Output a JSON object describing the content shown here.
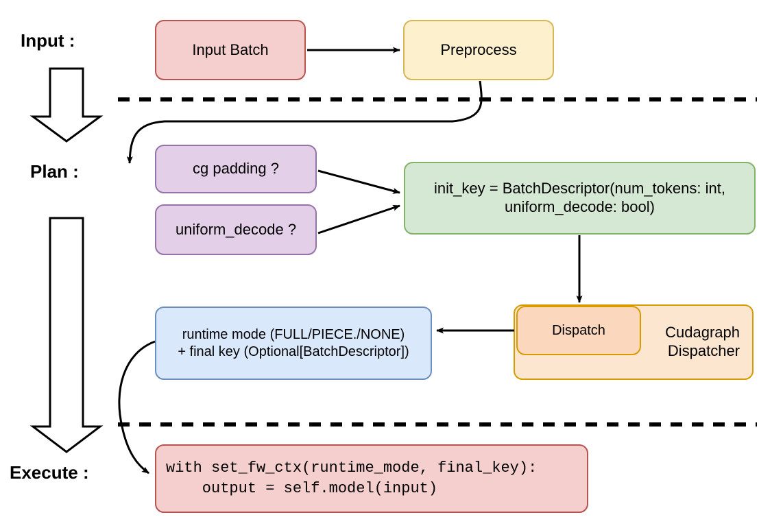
{
  "diagram": {
    "title_implicit": "Cudagraph dispatch pipeline",
    "stages": [
      {
        "id": "input",
        "label": "Input :"
      },
      {
        "id": "plan",
        "label": "Plan :"
      },
      {
        "id": "execute",
        "label": "Execute :"
      }
    ],
    "nodes": {
      "input_batch": {
        "label": "Input Batch"
      },
      "preprocess": {
        "label": "Preprocess"
      },
      "cg_padding": {
        "label": "cg padding ?"
      },
      "uniform_decode": {
        "label": "uniform_decode ?"
      },
      "init_key": {
        "line1": "init_key = BatchDescriptor(num_tokens: int,",
        "line2": "uniform_decode: bool)"
      },
      "dispatch": {
        "label": "Dispatch"
      },
      "cudagraph_dispatcher": {
        "line1": "Cudagraph",
        "line2": "Dispatcher"
      },
      "runtime_mode": {
        "line1": "runtime mode (FULL/PIECE./NONE)",
        "line2": "+ final key (Optional[BatchDescriptor])"
      },
      "execute_code": {
        "line1": "with set_fw_ctx(runtime_mode, final_key):",
        "line2": "    output = self.model(input)"
      }
    },
    "colors": {
      "pink_fill": "#f5cfcd",
      "pink_border": "#b85450",
      "yellow_fill": "#fcf0cd",
      "yellow_border": "#d6b656",
      "purple_fill": "#e3d0e8",
      "purple_border": "#9673a6",
      "green_fill": "#d5e8d4",
      "green_border": "#82b366",
      "orange_dark_fill": "#fbd7bd",
      "orange_light_fill": "#fde6cf",
      "orange_border": "#d79b00",
      "blue_fill": "#dae8fc",
      "blue_border": "#6c8ebf",
      "line": "#000000",
      "background": "#ffffff"
    }
  }
}
